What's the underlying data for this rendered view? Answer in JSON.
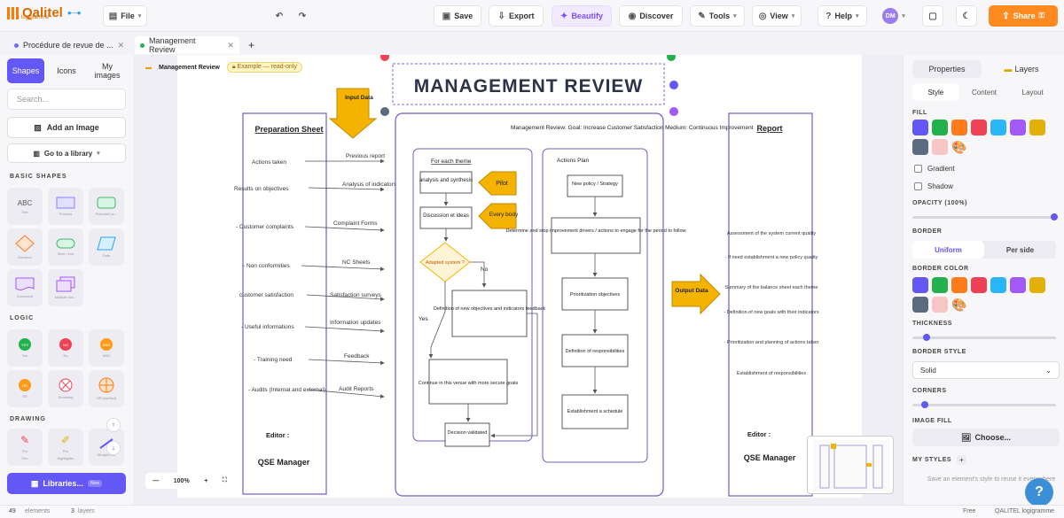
{
  "app": {
    "logo": "Qalitel",
    "logo_sub": "logigramme"
  },
  "toolbar": {
    "file": "File",
    "save": "Save",
    "export": "Export",
    "beautify": "Beautify",
    "discover": "Discover",
    "tools": "Tools",
    "view": "View",
    "help": "Help",
    "avatar": "DM",
    "share": "Share"
  },
  "tabs": [
    {
      "label": "Procédure de revue de ..."
    },
    {
      "label": "Management Review"
    }
  ],
  "left": {
    "tabs": [
      "Shapes",
      "Icons",
      "My images"
    ],
    "search_placeholder": "Search...",
    "add_image": "Add an Image",
    "go_library": "Go to a library",
    "sections": [
      "BASIC SHAPES",
      "LOGIC",
      "DRAWING"
    ],
    "basic_shapes": [
      "Text",
      "Process",
      "Rounded pr...",
      "Decision",
      "Start / end",
      "Data",
      "Document",
      "Multiple doc..."
    ],
    "logic": [
      "YES",
      "NO",
      "AND",
      "OR",
      "Summing",
      "OR (symbol)"
    ],
    "logic_labels": [
      "Yes",
      "No",
      "AND",
      "OR",
      "Summing",
      "OR (symbol)"
    ],
    "drawing": [
      "Pen",
      "Highlighter",
      "Straight line"
    ],
    "pro": "Pro",
    "libraries": "Libraries...",
    "new_badge": "New"
  },
  "canvas": {
    "breadcrumb": "Management Review",
    "readonly": "Example — read-only",
    "zoom": "100%",
    "diagram": {
      "title": "MANAGEMENT REVIEW",
      "input_data": "Input Data",
      "output_data": "Output Data",
      "goal_text": "Management Review: Goal: Increase Customer Satisfaction Medium: Continuous Improvement",
      "prep_title": "Preparation Sheet",
      "prep_items": [
        "Actions taken",
        "Results on objectives",
        "- Customer complaints",
        "- Non conformities",
        "customer satisfaction",
        "- Useful informations",
        "- Training need",
        "- Audits (Internal and external)"
      ],
      "prep_labels": [
        "Previous report",
        "Analysis of indicators",
        "Complaint Forms",
        "NC Sheets",
        "Satisfaction surveys",
        "Information updates",
        "Feedback",
        "Audit Reports"
      ],
      "editor_label": "Editor :",
      "editor_name": "QSE Manager",
      "theme_title": "For each theme",
      "analysis": "analysis and synthesis",
      "discussion": "Discussion et ideas",
      "pilot": "Pilot",
      "everybody": "Every body",
      "adapted": "Adapted system ?",
      "no": "No",
      "yes": "Yes",
      "definition": "Definition of new objectives and indicators feedback",
      "continue": "Continue in this venue with more secure goals",
      "decision": "Decision validated",
      "actions_title": "Actions Plan",
      "new_policy": "New policy / Strategy",
      "determine": "Determine and stop improvement drivers / actions to engage for the period to follow",
      "prioritization": "Prioritization objectives",
      "def_resp": "Definition of responsibilities",
      "establishment": "Establishment a schedule",
      "report_title": "Report",
      "report_items": [
        "Assessment of the system current quality",
        "- If need establishment a new policy quality",
        "Summary of the balance sheet each theme",
        "- Definition of new goals with their indicators",
        "- Prioritization and planning of actions taken",
        "Establishment of responsibilities"
      ]
    }
  },
  "right": {
    "tabs": [
      "Properties",
      "Layers"
    ],
    "subtabs": [
      "Style",
      "Content",
      "Layout"
    ],
    "fill": "FILL",
    "gradient": "Gradient",
    "shadow": "Shadow",
    "opacity": "OPACITY (100%)",
    "border": "BORDER",
    "uniform": "Uniform",
    "per_side": "Per side",
    "border_color": "BORDER COLOR",
    "thickness": "THICKNESS",
    "border_style": "BORDER STYLE",
    "border_style_value": "Solid",
    "corners": "CORNERS",
    "image_fill": "IMAGE FILL",
    "choose": "Choose...",
    "my_styles": "MY STYLES",
    "my_styles_hint": "Save an element's style to reuse it everywhere",
    "swatch_colors": [
      "#6357f6",
      "#22b14c",
      "#ff7a1a",
      "#ef4155",
      "#29b6f6",
      "#a259f7",
      "#e3b008",
      "#5c6b7f",
      "#f6c6c6"
    ]
  },
  "status": {
    "elements": "49",
    "elements_label": "elements",
    "layers": "3",
    "layers_label": "layers",
    "plan": "Free",
    "brand": "QALITEL logigramme"
  }
}
